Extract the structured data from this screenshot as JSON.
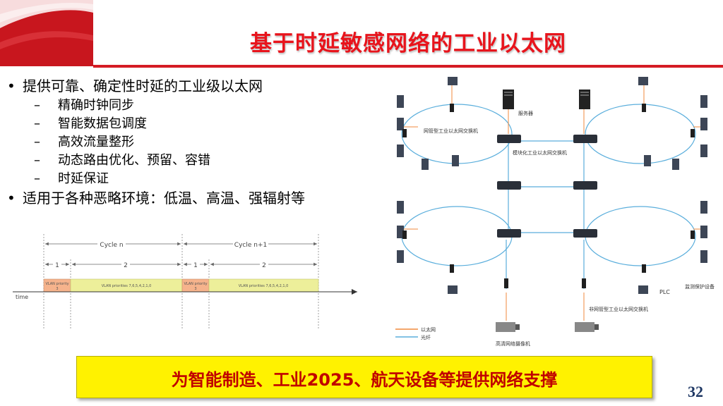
{
  "header": {
    "title": "基于时延敏感网络的工业以太网"
  },
  "bullets": [
    {
      "text": "提供可靠、确定性时延的工业级以太网",
      "level": 1
    },
    {
      "text": "精确时钟同步",
      "level": 2
    },
    {
      "text": "智能数据包调度",
      "level": 2
    },
    {
      "text": "高效流量整形",
      "level": 2
    },
    {
      "text": "动态路由优化、预留、容错",
      "level": 2
    },
    {
      "text": "时延保证",
      "level": 2
    },
    {
      "text": "适用于各种恶略环境：低温、高温、强辐射等",
      "level": 1
    }
  ],
  "timing": {
    "cycle1": "Cycle n",
    "cycle2": "Cycle n+1",
    "slot1": "1",
    "slot2": "2",
    "slot3": "1",
    "slot4": "2",
    "vlan_a1": "VLAN priority",
    "vlan_a2": "3",
    "vlan_b": "VLAN priorities 7,6,5,4,2,1,0",
    "vlan_c1": "VLAN priority",
    "vlan_c2": "3",
    "vlan_d": "VLAN priorities 7,6,5,4,2,1,0",
    "time_label": "time"
  },
  "network": {
    "label_managed": "网管型工业以太网交换机",
    "label_server": "服务器",
    "label_modular": "模块化工业以太网交换机",
    "label_plc": "PLC",
    "label_monitor": "监测保护设备",
    "label_unmanaged": "非网管型工业以太网交换机",
    "label_camera": "高清网络摄像机",
    "legend_ethernet": "以太网",
    "legend_fiber": "光纤"
  },
  "banner": {
    "text": "为智能制造、工业2025、航天设备等提供网络支撑"
  },
  "page_number": "32",
  "colors": {
    "title_red": "#e8141c",
    "banner_yellow": "#fff200",
    "banner_text": "#c00000",
    "ethernet_line": "#f08a3c",
    "fiber_line": "#5aaedc",
    "page_number": "#1f3864"
  }
}
